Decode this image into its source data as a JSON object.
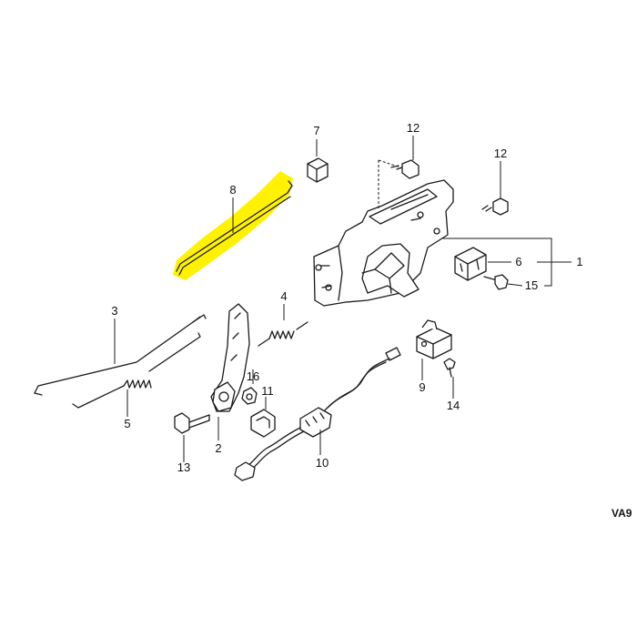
{
  "callouts": {
    "c1": "1",
    "c2": "2",
    "c3": "3",
    "c4": "4",
    "c5": "5",
    "c6": "6",
    "c7": "7",
    "c8": "8",
    "c9": "9",
    "c10": "10",
    "c11": "11",
    "c12a": "12",
    "c12b": "12",
    "c13": "13",
    "c14": "14",
    "c15": "15",
    "c16": "16"
  },
  "diagram_code": "VA9",
  "highlight_color": "#FFF200"
}
